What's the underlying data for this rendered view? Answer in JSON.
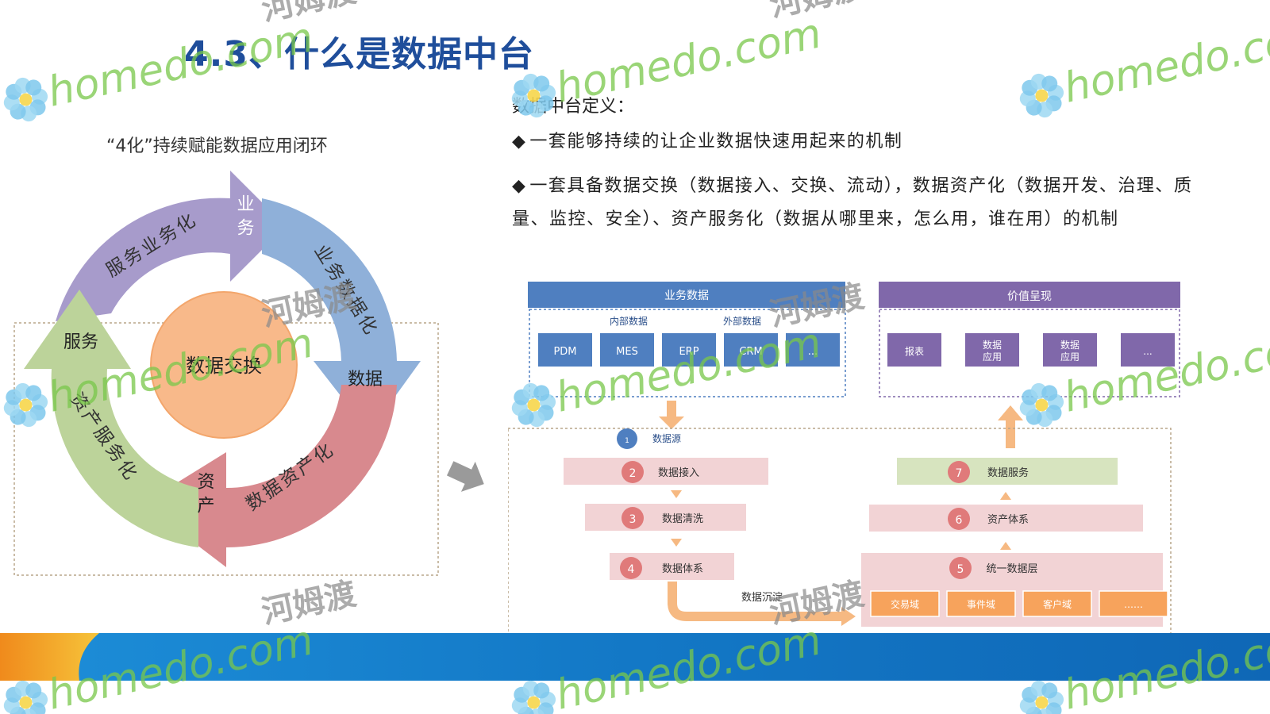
{
  "title": "4.3、什么是数据中台",
  "cycle": {
    "caption": "“4化”持续赋能数据应用闭环",
    "center": "数据交换",
    "arc_labels": {
      "service_to_business": "服务业务化",
      "business_to_data": "业务数据化",
      "data_to_asset": "数据资产化",
      "asset_to_service": "资产服务化"
    },
    "arrow_heads": {
      "business": "业务",
      "data": "数据",
      "asset": "资产",
      "service": "服务"
    },
    "colors": {
      "purple": "#a79bcb",
      "blue": "#8fb0d9",
      "red": "#d8898e",
      "green": "#bcd39a",
      "center": "#f8b98a"
    }
  },
  "definition": {
    "heading": "数据中台定义：",
    "bullets": [
      "一套能够持续的让企业数据快速用起来的机制",
      "一套具备数据交换（数据接入、交换、流动），数据资产化（数据开发、治理、质量、监控、安全）、资产服务化（数据从哪里来，怎么用，谁在用）的机制"
    ],
    "bullet_mark": "◆"
  },
  "architecture": {
    "business_data": {
      "header": "业务数据",
      "internal_label": "内部数据",
      "external_label": "外部数据",
      "systems": [
        "PDM",
        "MES",
        "ERP",
        "CRM",
        "..."
      ]
    },
    "value": {
      "header": "价值呈现",
      "items": [
        "报表",
        "数据\n应用",
        "数据\n应用",
        "..."
      ]
    },
    "source": {
      "num": "1",
      "label": "数据源"
    },
    "left_steps": [
      {
        "num": "2",
        "label": "数据接入"
      },
      {
        "num": "3",
        "label": "数据清洗"
      },
      {
        "num": "4",
        "label": "数据体系"
      }
    ],
    "right_steps": [
      {
        "num": "7",
        "label": "数据服务"
      },
      {
        "num": "6",
        "label": "资产体系"
      },
      {
        "num": "5",
        "label": "统一数据层"
      }
    ],
    "sink_label": "数据沉淀",
    "domains": [
      "交易域",
      "事件域",
      "客户域",
      "……"
    ],
    "colors": {
      "header_blue": "#4f7fc0",
      "system_blue": "#4f7fc0",
      "header_purple": "#8068aa",
      "item_purple": "#8068aa",
      "step_pink": "#f2d3d5",
      "step_green": "#d7e4bf",
      "step_circle": "#e07a7a",
      "domain_orange": "#f7a35c",
      "flow_orange": "#f6b982"
    }
  },
  "watermark": {
    "brand": "homedo.com",
    "cn": "河姆渡"
  }
}
